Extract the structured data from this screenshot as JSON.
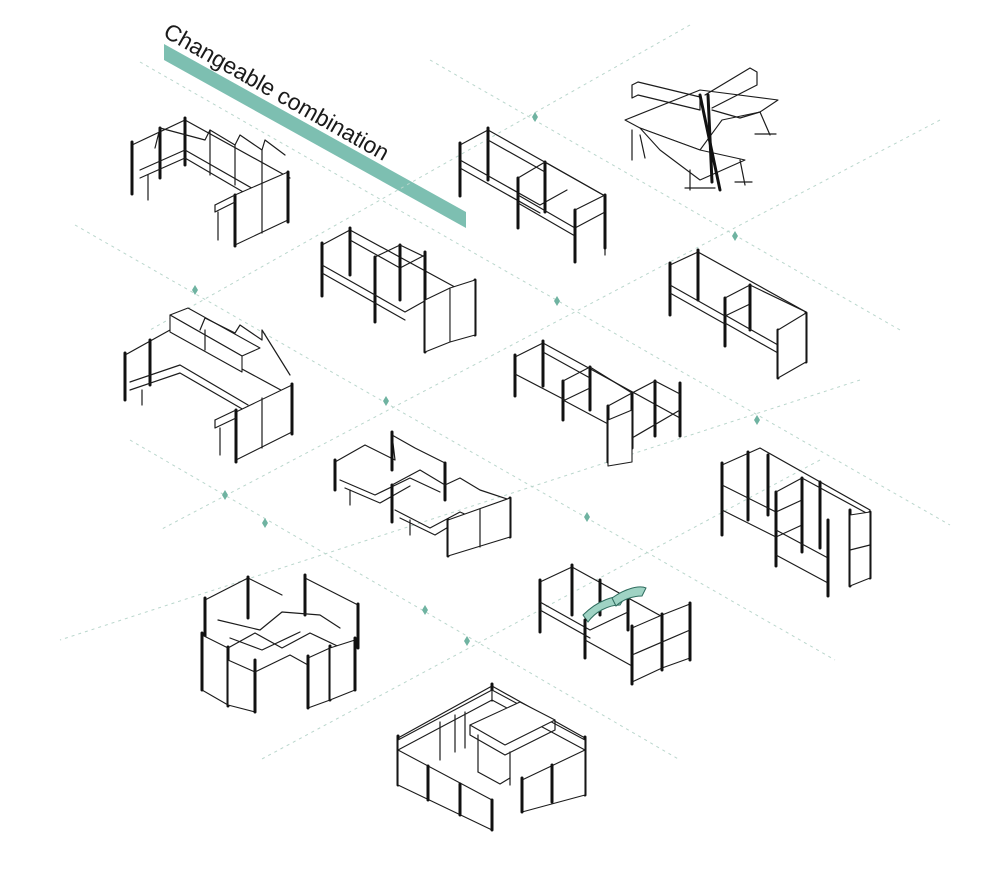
{
  "title": "Changeable combination",
  "colors": {
    "accent_band": "#7dbfb1",
    "guide_lines": "#b9d6cc",
    "nodes": "#6fb3a1",
    "line_art": "#1c1c1c",
    "glass_divider": "#9fd3c4"
  },
  "layouts": [
    "l-shaped-single-workstation",
    "two-seat-facing-cluster-a",
    "three-way-120-degree-cluster",
    "l-shaped-workstation-with-hutch",
    "four-seat-facing-cluster",
    "two-seat-side-by-side",
    "six-seat-facing-cluster",
    "four-seat-curved-desk-cluster",
    "four-seat-tall-panel-cluster",
    "four-seat-plus-cluster",
    "four-seat-glass-divider-cluster",
    "enclosed-private-office"
  ]
}
